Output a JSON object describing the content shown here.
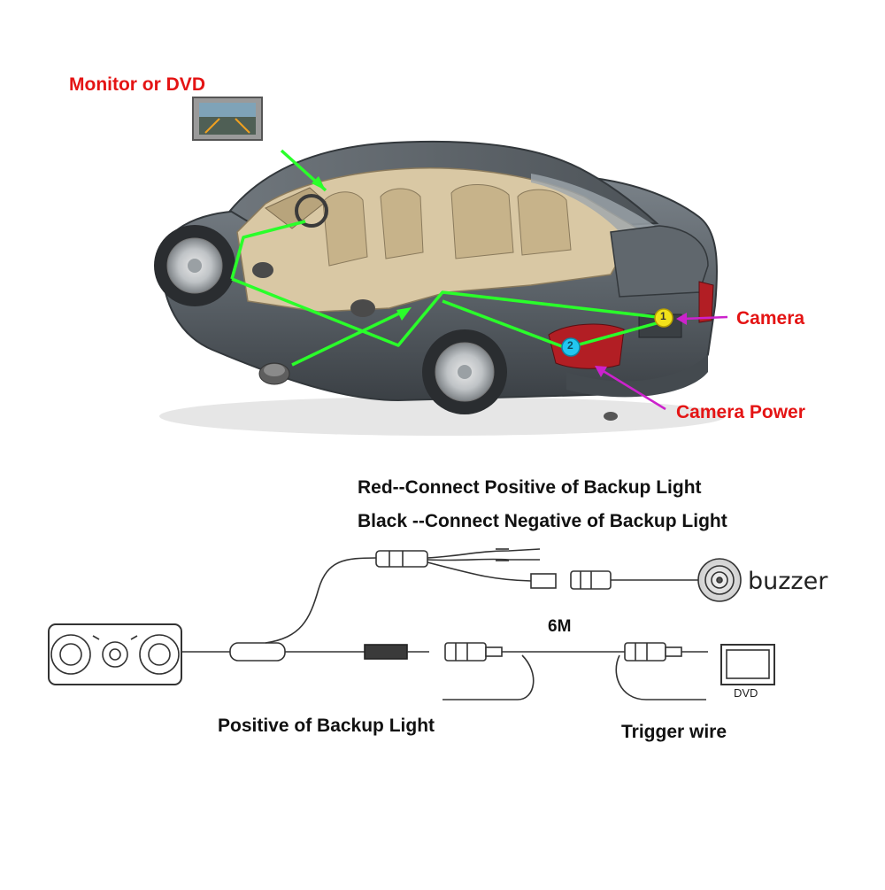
{
  "labels": {
    "monitor": "Monitor or DVD",
    "camera": "Camera",
    "camera_power": "Camera Power",
    "red_wire": "Red--Connect Positive of Backup Light",
    "black_wire": "Black --Connect Negative of Backup Light",
    "cable_length": "6M",
    "positive": "Positive of Backup Light",
    "trigger": "Trigger wire",
    "buzzer": "buzzer",
    "dvd": "DVD",
    "marker_1": "1",
    "marker_2": "2"
  },
  "colors": {
    "label_red": "#e41414",
    "label_black": "#111111",
    "route_green": "#2aff2a",
    "pointer_magenta": "#cc22cc",
    "car_body": "#5b6268",
    "marker_1": "#f2e21a",
    "marker_2": "#22c6f0"
  },
  "icons": [
    "car-illustration",
    "monitor-icon",
    "buzzer-icon",
    "camera-sensor-icon",
    "dvd-monitor-icon",
    "rca-connector-icon"
  ]
}
